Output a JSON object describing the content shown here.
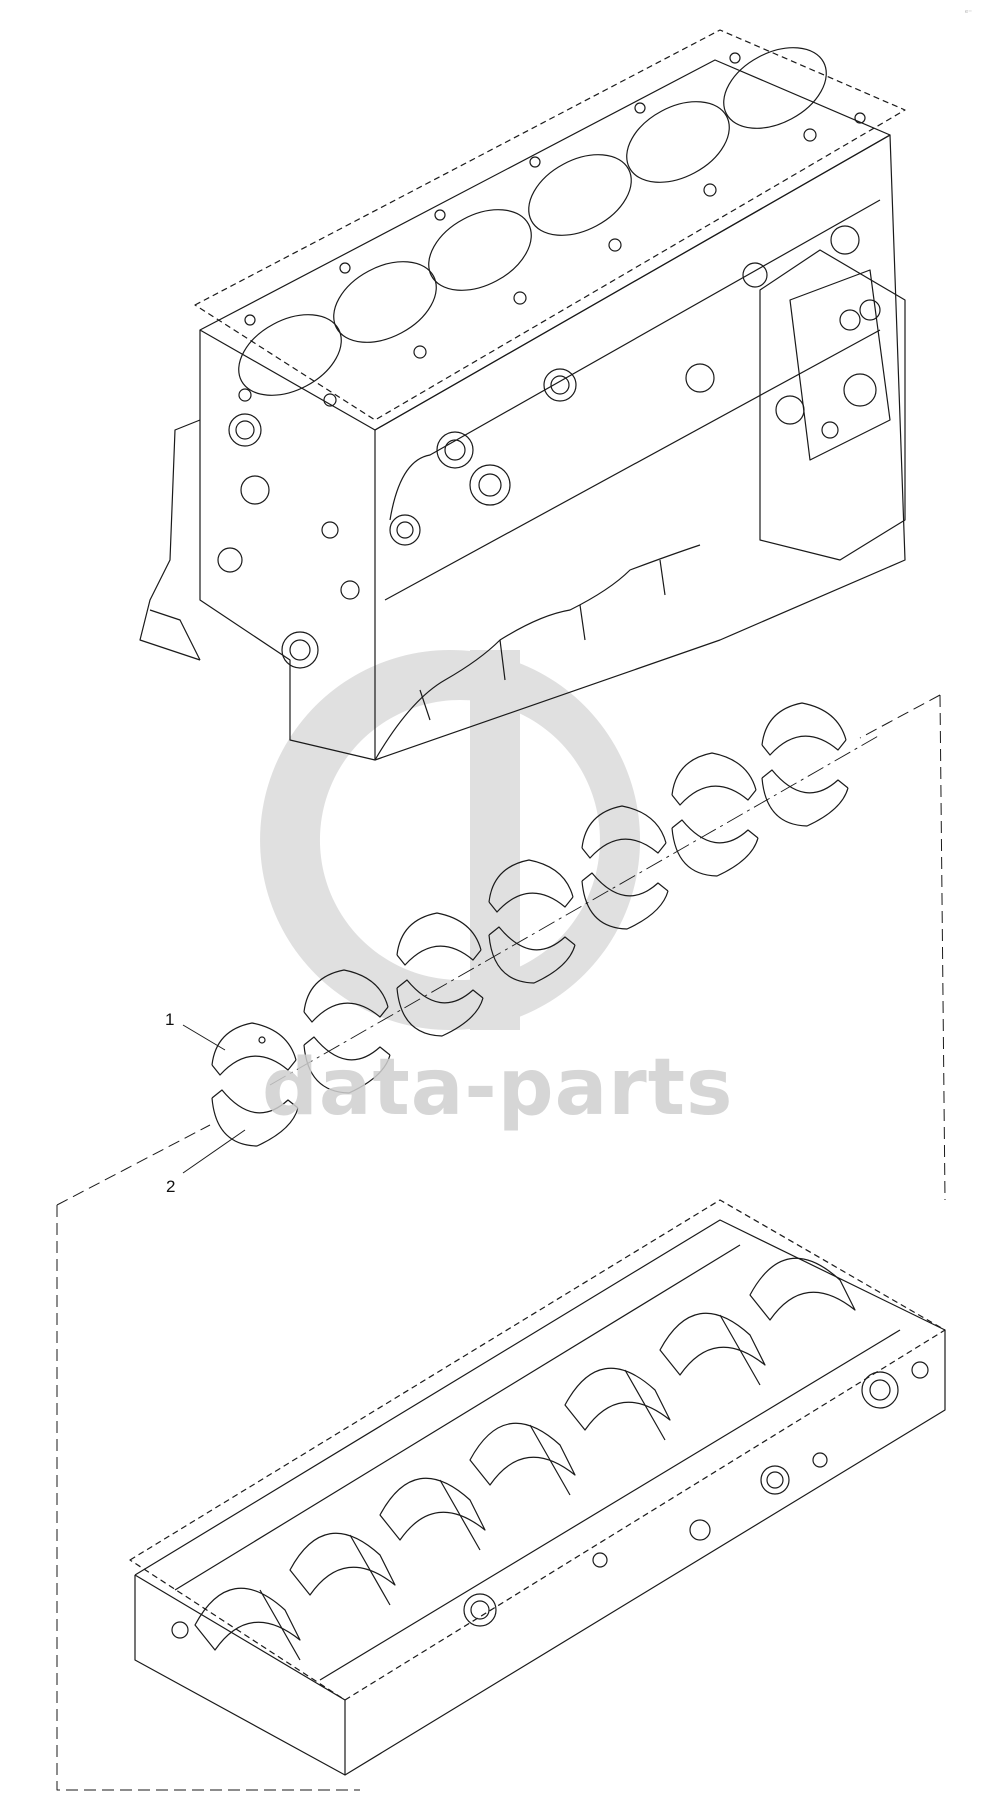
{
  "diagram": {
    "callouts": [
      {
        "id": "1",
        "label": "1"
      },
      {
        "id": "2",
        "label": "2"
      }
    ],
    "parts": [
      "cylinder-block",
      "main-bearing-shells",
      "bearing-ladder-frame"
    ],
    "line_color": "#1a1a1a"
  },
  "watermark": {
    "text": "data-parts",
    "color": "#cfcfcf"
  },
  "corner_mark": "ᵉ⁻"
}
